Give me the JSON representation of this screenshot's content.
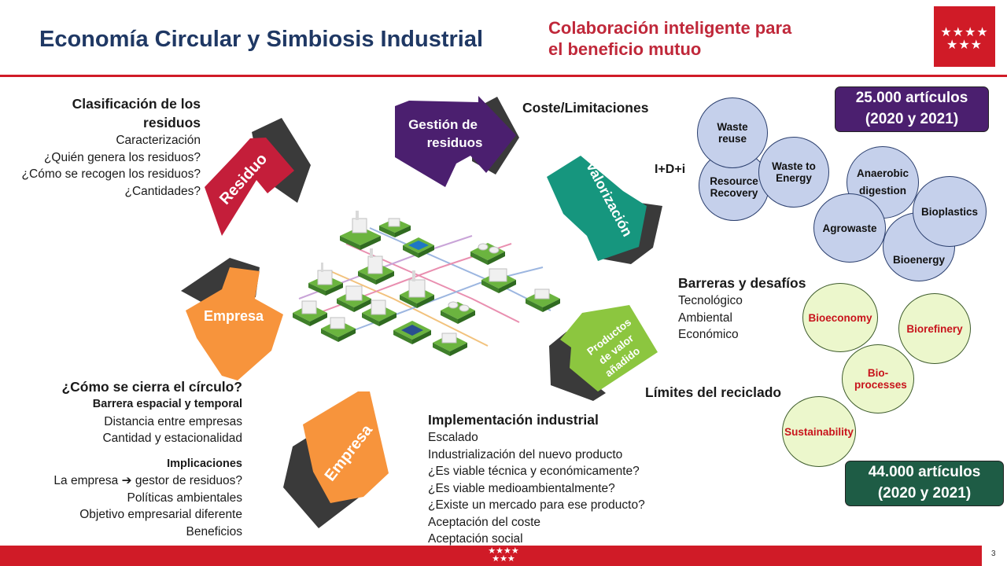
{
  "header": {
    "title": "Economía Circular y Simbiosis Industrial",
    "subtitle_line1": "Colaboración inteligente para",
    "subtitle_line2": "el beneficio mutuo"
  },
  "logo": {
    "stars_top": "★★★★",
    "stars_bottom": "★★★",
    "color": "#d01b27"
  },
  "cycle": {
    "residuo": "Residuo",
    "gestion_line1": "Gestión de",
    "gestion_line2": "residuos",
    "valorizacion": "Valorización",
    "productos_line1": "Productos",
    "productos_line2": "de valor",
    "productos_line3": "añadido",
    "empresa_bottom": "Empresa",
    "empresa_left": "Empresa",
    "colors": {
      "residuo": "#c41e3a",
      "gestion": "#4b1f6f",
      "valorizacion": "#16967e",
      "productos": "#8cc63f",
      "empresa": "#f7943c",
      "shadow": "#3a3a3a"
    }
  },
  "residuos_block": {
    "heading_line1": "Clasificación de los",
    "heading_line2": "residuos",
    "items": [
      "Caracterización",
      "¿Quién genera los residuos?",
      "¿Cómo se recogen los residuos?",
      "¿Cantidades?"
    ]
  },
  "circle_block": {
    "heading": "¿Cómo se cierra el círculo?",
    "subheading": "Barrera espacial y temporal",
    "items": [
      "Distancia entre empresas",
      "Cantidad y estacionalidad"
    ],
    "implications_heading": "Implicaciones",
    "implications": [
      "La empresa ➔ gestor de residuos?",
      "Políticas ambientales",
      "Objetivo empresarial diferente",
      "Beneficios"
    ]
  },
  "implementacion": {
    "heading": "Implementación industrial",
    "items": [
      "Escalado",
      "Industrialización del nuevo producto",
      "¿Es viable técnica y económicamente?",
      "¿Es viable medioambientalmente?",
      "¿Existe un mercado para ese producto?",
      "Aceptación del coste",
      "Aceptación social"
    ]
  },
  "labels": {
    "coste": "Coste/Limitaciones",
    "idi": "I+D+i",
    "barreras_heading": "Barreras y desafíos",
    "barreras": [
      "Tecnológico",
      "Ambiental",
      "Económico"
    ],
    "limites": "Límites del reciclado"
  },
  "badges": {
    "top_line1": "25.000 artículos",
    "top_line2": "(2020 y 2021)",
    "top_color": "#4b1f6f",
    "bottom_line1": "44.000 artículos",
    "bottom_line2": "(2020 y 2021)",
    "bottom_color": "#1e5c45"
  },
  "blue_circles": {
    "waste_reuse": "Waste reuse",
    "resource_recovery": "Resource Recovery",
    "waste_to_energy": "Waste to Energy",
    "anaerobic": "Anaerobic digestion",
    "bioplastics": "Bioplastics",
    "agrowaste": "Agrowaste",
    "bioenergy": "Bioenergy"
  },
  "green_circles": {
    "bioeconomy": "Bioeconomy",
    "biorefinery": "Biorefinery",
    "bioprocesses": "Bio-processes",
    "sustainability": "Sustainability"
  },
  "footer": {
    "page": "3",
    "stars_top": "★★★★",
    "stars_bottom": "★★★"
  }
}
